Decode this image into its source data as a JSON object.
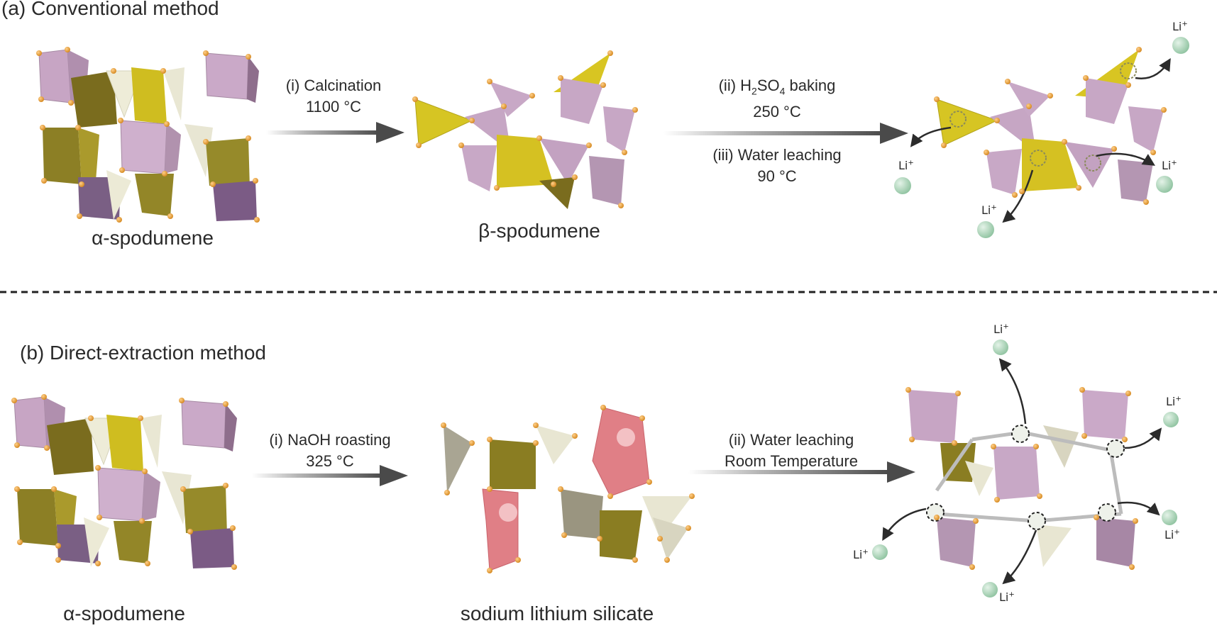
{
  "panel_a": {
    "title": "(a) Conventional method",
    "start_label": "α-spodumene",
    "mid_label": "β-spodumene",
    "step1_line1": "(i) Calcination",
    "step1_line2": "1100 °C",
    "step2_prefix": "(ii) H",
    "step2_sub1": "2",
    "step2_mid": "SO",
    "step2_sub2": "4",
    "step2_suffix": " baking",
    "step2_line2": "250 °C",
    "step3_line1": "(iii) Water leaching",
    "step3_line2": "90 °C",
    "ion_label": "Li",
    "ion_charge": "+"
  },
  "panel_b": {
    "title": "(b) Direct-extraction method",
    "start_label": "α-spodumene",
    "mid_label": "sodium lithium silicate",
    "step1_line1": "(i) NaOH roasting",
    "step1_line2": "325 °C",
    "step2_line1": "(ii) Water leaching",
    "step2_line2": "Room Temperature",
    "ion_label": "Li",
    "ion_charge": "+"
  },
  "colors": {
    "pink_polyhedron": "#c9a9c7",
    "yellow_polyhedron": "#d8c622",
    "olive_polyhedron": "#8a7d22",
    "cream_polyhedron": "#e8e6d2",
    "red_polyhedron": "#e07f86",
    "oxygen_atom": "#e79a26",
    "lithium_ion": "#a9d3b6",
    "arrow": "#4a4a4a"
  }
}
